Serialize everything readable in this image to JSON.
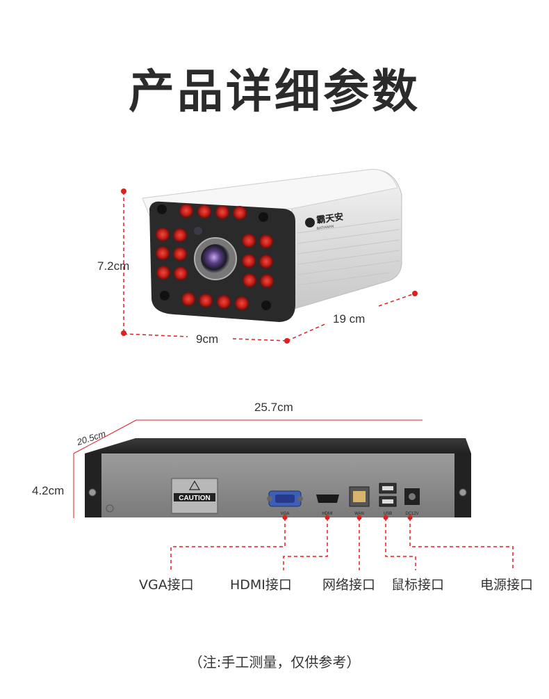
{
  "title": "产品详细参数",
  "camera": {
    "brand": "霸天安",
    "brand_sub": "BATIANAN",
    "height": "7.2cm",
    "width": "9cm",
    "length": "19 cm"
  },
  "nvr": {
    "width": "25.7cm",
    "depth": "20.5cm",
    "height": "4.2cm",
    "caution": "CAUTION",
    "port_codes": {
      "vga": "VGA",
      "hdmi": "HDMI",
      "wan": "WAN",
      "usb": "USB",
      "dc": "DC12V"
    }
  },
  "ports": [
    {
      "label": "VGA接口"
    },
    {
      "label": "HDMI接口"
    },
    {
      "label": "网络接口"
    },
    {
      "label": "鼠标接口"
    },
    {
      "label": "电源接口"
    }
  ],
  "note": "（注:手工测量，仅供参考）",
  "colors": {
    "accent": "#e0201e",
    "text": "#333333"
  }
}
